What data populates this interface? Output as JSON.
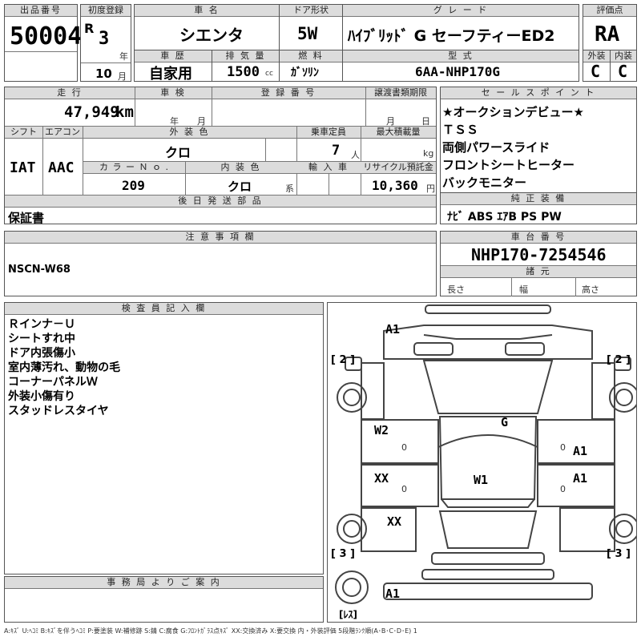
{
  "top": {
    "lot_label": "出品番号",
    "lot_value": "50004",
    "first_reg_label": "初度登録",
    "era": "R",
    "year_value": "3",
    "year_unit": "年",
    "month_value": "10",
    "month_unit": "月",
    "car_name_label": "車 名",
    "car_name_value": "シエンタ",
    "history_label": "車 歴",
    "history_value": "自家用",
    "displacement_label": "排 気 量",
    "displacement_value": "1500",
    "displacement_unit": "cc",
    "door_label": "ドア形状",
    "door_value": "5W",
    "fuel_label": "燃 料",
    "fuel_value": "ｶﾞｿﾘﾝ",
    "grade_label": "グ レ ー ド",
    "grade_value": "ﾊｲﾌﾞﾘｯﾄﾞ G セーフティーED2",
    "model_label": "型 式",
    "model_value": "6AA-NHP170G",
    "score_label": "評価点",
    "score_value": "RA",
    "exterior_label": "外装",
    "exterior_value": "C",
    "interior_label": "内装",
    "interior_value": "C"
  },
  "row2": {
    "mileage_label": "走 行",
    "mileage_value": "47,949",
    "mileage_unit": "km",
    "inspection_label": "車 検",
    "insp_year_unit": "年",
    "insp_month_unit": "月",
    "reg_no_label": "登 録 番 号",
    "transfer_label": "譲渡書類期限",
    "transfer_month_unit": "月",
    "transfer_day_unit": "日",
    "shift_label": "シフト",
    "shift_value": "IAT",
    "aircon_label": "エアコン",
    "aircon_value": "AAC",
    "ext_color_label": "外 装 色",
    "ext_color_value": "クロ",
    "capacity_label": "乗車定員",
    "capacity_value": "7",
    "capacity_unit": "人",
    "load_label": "最大積載量",
    "load_unit": "kg",
    "color_no_label": "カ ラ ー Ｎ ｏ .",
    "color_no_value": "209",
    "int_color_label": "内 装 色",
    "int_color_value": "クロ",
    "int_color_unit": "系",
    "import_label": "輸 入 車",
    "recycle_label": "リサイクル預託金",
    "recycle_value": "10,360",
    "recycle_unit": "円",
    "later_parts_label": "後 日 発 送 部 品",
    "later_parts_value": "保証書"
  },
  "sales_points": {
    "label": "セ ー ル ス ポ イ ン ト",
    "items": [
      "★オークションデビュー★",
      "ＴＳＳ",
      "両側パワースライド",
      "フロントシートヒーター",
      "バックモニター"
    ]
  },
  "equipment": {
    "label": "純 正 装 備",
    "value": "ﾅﾋﾞ ABS ｴｱB PS PW"
  },
  "notes": {
    "label": "注 意 事 項 欄",
    "value": "NSCN-W68"
  },
  "chassis": {
    "label": "車 台 番 号",
    "value": "NHP170-7254546",
    "dims_label": "諸 元",
    "length_label": "長さ",
    "width_label": "幅",
    "height_label": "高さ"
  },
  "inspector": {
    "label": "検 査 員 記 入 欄",
    "lines": [
      "Ｒインナ－Ｕ",
      "シートすれ中",
      "ドア内張傷小",
      "室内薄汚れ、動物の毛",
      "コーナーパネルＷ",
      "外装小傷有り",
      "スタッドレスタイヤ"
    ]
  },
  "office": {
    "label": "事 務 局 よ り ご 案 内"
  },
  "diagram": {
    "marks": {
      "top_a1": "A1",
      "g": "G",
      "w2": "W2",
      "a1_right_upper": "A1",
      "xx_left": "XX",
      "w1": "W1",
      "a1_right_lower": "A1",
      "xx_left_lower": "XX",
      "bottom_a1": "A1",
      "zero_left_upper": "0",
      "zero_right_upper": "0",
      "zero_left_lower": "0",
      "zero_right_lower": "0"
    },
    "tires": {
      "fl": "[ 2 ]",
      "fr": "[ 2 ]",
      "rl": "[ 3 ]",
      "rr": "[ 3 ]",
      "spare": "[ﾚｽ]"
    }
  },
  "legend": "A:ｷｽﾞ U:ﾍｺﾐ B:ｷｽﾞを伴うﾍｺﾐ P:要塗装 W:補修跡 S:錆 C:腐食 G:ﾌﾛﾝﾄｶﾞﾗｽ点ｷｽﾞ XX:交換済み X:要交換 内・外装評価 5段階ﾗﾝｸ順(A･B･C･D･E) 1"
}
